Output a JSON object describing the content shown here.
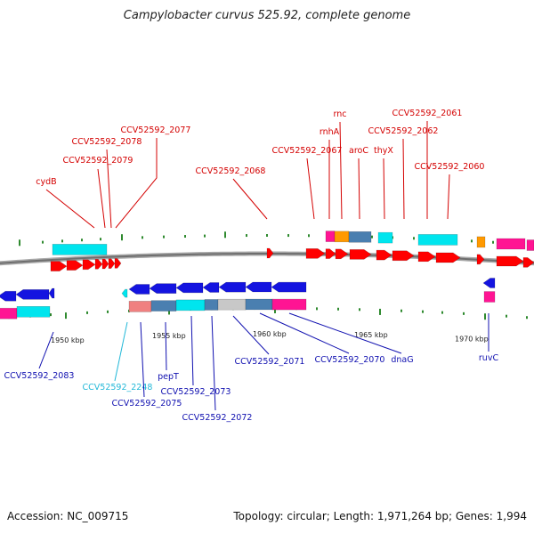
{
  "title": "Campylobacter curvus 525.92, complete genome",
  "footer": {
    "accession": "Accession: NC_009715",
    "summary": "Topology: circular; Length: 1,971,264 bp; Genes: 1,994"
  },
  "colors": {
    "red_label": "#d40000",
    "blue_label": "#1010b0",
    "cyan_label": "#22b8d8",
    "backbone": "#808080",
    "tick": "#2f8a2f",
    "gene_red": "#ff0000",
    "gene_blue": "#1414e0",
    "cyan": "#00e5ee",
    "magenta": "#ff1493",
    "steel": "#4a7fb0",
    "orange": "#ff9900",
    "pink": "#f08080",
    "silver": "#c8c8c8"
  },
  "scale": {
    "labels": [
      "1950 kbp",
      "1955 kbp",
      "1960 kbp",
      "1965 kbp",
      "1970 kbp"
    ]
  },
  "genes_top": [
    {
      "name": "cydB",
      "color": "red"
    },
    {
      "name": "CCV52592_2079",
      "color": "red"
    },
    {
      "name": "CCV52592_2078",
      "color": "red"
    },
    {
      "name": "CCV52592_2077",
      "color": "red"
    },
    {
      "name": "CCV52592_2068",
      "color": "red"
    },
    {
      "name": "CCV52592_2067",
      "color": "red"
    },
    {
      "name": "rnhA",
      "color": "red"
    },
    {
      "name": "rnc",
      "color": "red"
    },
    {
      "name": "aroC",
      "color": "red"
    },
    {
      "name": "thyX",
      "color": "red"
    },
    {
      "name": "CCV52592_2062",
      "color": "red"
    },
    {
      "name": "CCV52592_2061",
      "color": "red"
    },
    {
      "name": "CCV52592_2060",
      "color": "red"
    }
  ],
  "genes_bottom": [
    {
      "name": "CCV52592_2083",
      "color": "blue"
    },
    {
      "name": "CCV52592_2248",
      "color": "cyan"
    },
    {
      "name": "CCV52592_2075",
      "color": "blue"
    },
    {
      "name": "pepT",
      "color": "blue"
    },
    {
      "name": "CCV52592_2073",
      "color": "blue"
    },
    {
      "name": "CCV52592_2072",
      "color": "blue"
    },
    {
      "name": "CCV52592_2071",
      "color": "blue"
    },
    {
      "name": "CCV52592_2070",
      "color": "blue"
    },
    {
      "name": "dnaG",
      "color": "blue"
    },
    {
      "name": "ruvC",
      "color": "blue"
    }
  ]
}
